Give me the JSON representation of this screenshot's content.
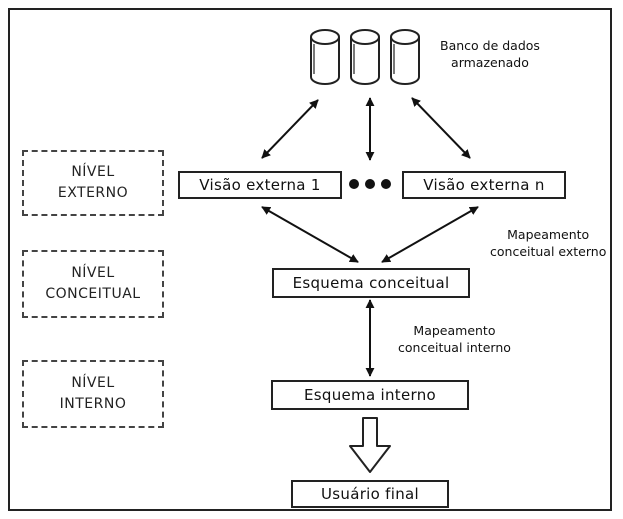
{
  "levels": {
    "externo": {
      "line1": "NÍVEL",
      "line2": "EXTERNO"
    },
    "conceitual": {
      "line1": "NÍVEL",
      "line2": "CONCEITUAL"
    },
    "interno": {
      "line1": "NÍVEL",
      "line2": "INTERNO"
    }
  },
  "database": {
    "label_line1": "Banco de dados",
    "label_line2": "armazenado"
  },
  "views": {
    "view1": "Visão externa 1",
    "viewN": "Visão externa n"
  },
  "schemas": {
    "conceitual": "Esquema conceitual",
    "interno": "Esquema interno"
  },
  "mappings": {
    "externo": {
      "line1": "Mapeamento",
      "line2": "conceitual externo"
    },
    "interno": {
      "line1": "Mapeamento",
      "line2": "conceitual interno"
    }
  },
  "end_user": "Usuário final"
}
